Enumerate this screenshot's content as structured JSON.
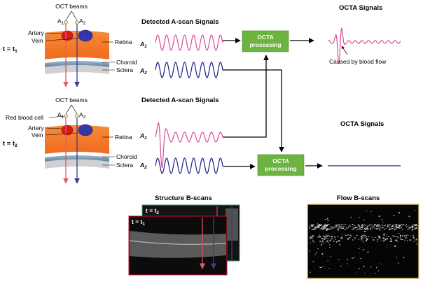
{
  "top": {
    "time_main": "t = t",
    "time_sub": "1",
    "oct_beams": "OCT beams",
    "beam_a1": "A",
    "beam_a1_sub": "1",
    "beam_a2": "A",
    "beam_a2_sub": "2",
    "artery": "Artery",
    "vein": "Vein",
    "retina": "Retina",
    "choroid": "Choroid",
    "sclera": "Sclera",
    "detected_title": "Detected A-scan Signals",
    "sig_a1": "A",
    "sig_a1_sub": "1",
    "sig_a2": "A",
    "sig_a2_sub": "2",
    "octa_button": "OCTA\nprocessing",
    "octa_title": "OCTA Signals",
    "annotation": "Caused by blood flow"
  },
  "bottom": {
    "time_main": "t = t",
    "time_sub": "2",
    "oct_beams": "OCT beams",
    "beam_a1": "A",
    "beam_a1_sub": "1",
    "beam_a2": "A",
    "beam_a2_sub": "2",
    "red_blood_cell": "Red blood cell",
    "artery": "Artery",
    "vein": "Vein",
    "retina": "Retina",
    "choroid": "Choroid",
    "sclera": "Sclera",
    "detected_title": "Detected A-scan Signals",
    "sig_a1": "A",
    "sig_a1_sub": "1",
    "sig_a2": "A",
    "sig_a2_sub": "2",
    "octa_button": "OCTA\nprocessing",
    "octa_title": "OCTA Signals"
  },
  "bscans": {
    "structure_title": "Structure B-scans",
    "frame_back_main": "t = t",
    "frame_back_sub": "2",
    "frame_front_main": "t = t",
    "frame_front_sub": "1",
    "flow_title": "Flow B-scans"
  },
  "colors": {
    "pink_signal": "#e0489a",
    "blue_signal": "#1c1c8c",
    "octa_green": "#6db33f",
    "retina_orange": "#f37021",
    "artery_red": "#d7191c",
    "vein_blue": "#3b3bb5",
    "flow_frame": "#e8c66a"
  }
}
